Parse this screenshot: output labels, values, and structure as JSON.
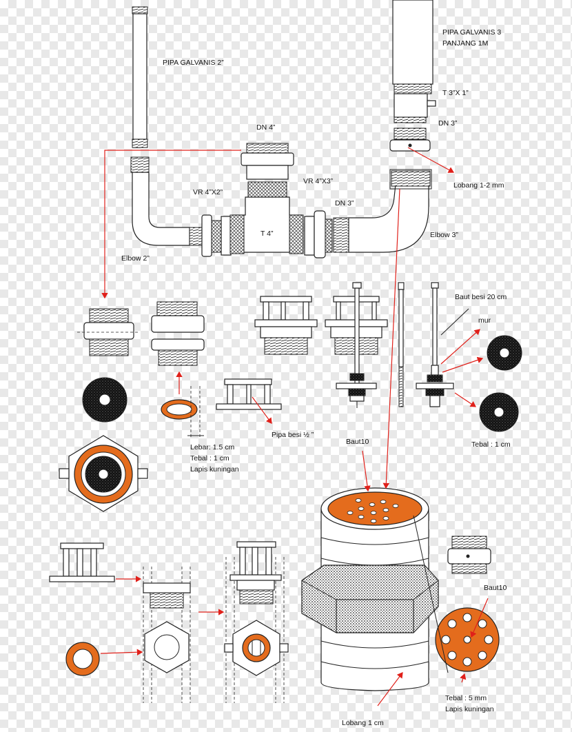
{
  "labels": {
    "pipa_galvanis_2": "PIPA GALVANIS 2”",
    "pipa_galvanis_3_line1": "PIPA GALVANIS 3",
    "pipa_galvanis_3_line2": "PANJANG 1M",
    "t_3x1": "T  3”X 1”",
    "dn_4": "DN 4”",
    "dn_3_top": "DN 3”",
    "lobang_1_2": "Lobang 1-2 mm",
    "vr_4x3": "VR 4”X3”",
    "vr_4x2": "VR 4”X2”",
    "dn_3_mid": "DN 3”",
    "t_4": "T  4”",
    "elbow_3": "Elbow 3”",
    "elbow_2": "Elbow 2”",
    "baut_besi": "Baut besi 20 cm",
    "mur": "mur",
    "pipa_besi": "Pipa besi ½ ”",
    "lebar": "Lebar: 1.5 cm",
    "tebal_1_left": "Tebal : 1 cm",
    "lapis_kuningan_left": "Lapis kuningan",
    "tebal_1_right": "Tebal : 1 cm",
    "baut10_top": "Baut10",
    "baut10_right": "Baut10",
    "tebal_5": "Tebal : 5 mm",
    "lapis_kuningan_right": "Lapis kuningan",
    "lobang_1cm": "Lobang 1 cm"
  },
  "colors": {
    "orange": "#e46c1d",
    "arrow": "#e0201a",
    "ink": "#222222"
  }
}
